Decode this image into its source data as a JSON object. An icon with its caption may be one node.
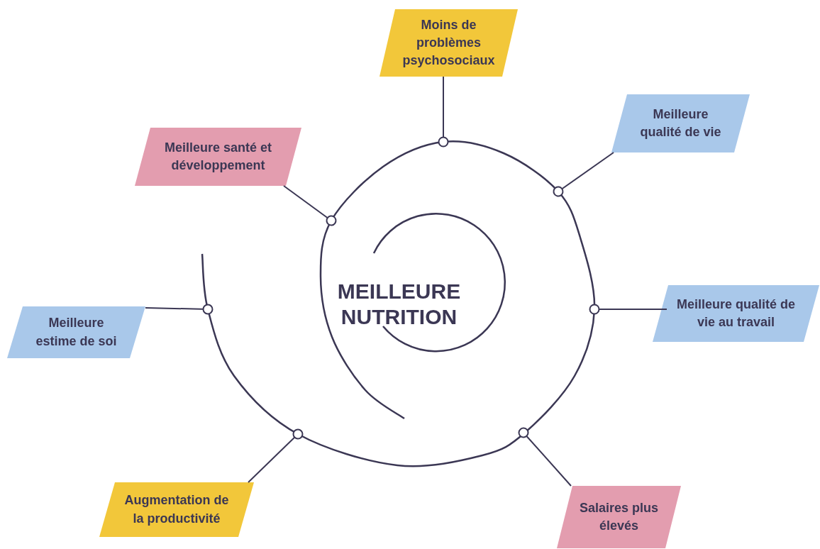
{
  "diagram": {
    "nodes": [
      {
        "text": [
          "MEILLEURE NUTRITION"
        ]
      },
      {
        "text": [
          "Moins de problèmes psychosociaux"
        ]
      },
      {
        "text": [
          "Meilleure qualité de vie"
        ]
      },
      {
        "text": [
          "Meilleure santé et développement"
        ]
      },
      {
        "text": [
          "Meilleure qualité de vie au travail"
        ]
      },
      {
        "text": [
          "Meilleure estime de soi"
        ]
      },
      {
        "text": [
          "Augmentation de la productivité"
        ]
      },
      {
        "text": [
          "Salaires plus élevés"
        ]
      }
    ],
    "edges": [
      {
        "from": 0,
        "to": 1,
        "arrow": "other"
      },
      {
        "from": 0,
        "to": 2,
        "arrow": "other"
      },
      {
        "from": 0,
        "to": 3,
        "arrow": "other"
      },
      {
        "from": 0,
        "to": 4,
        "arrow": "other"
      },
      {
        "from": 0,
        "to": 5,
        "arrow": "other"
      },
      {
        "from": 0,
        "to": 6,
        "arrow": "other"
      },
      {
        "from": 0,
        "to": 7,
        "arrow": "other"
      }
    ]
  }
}
